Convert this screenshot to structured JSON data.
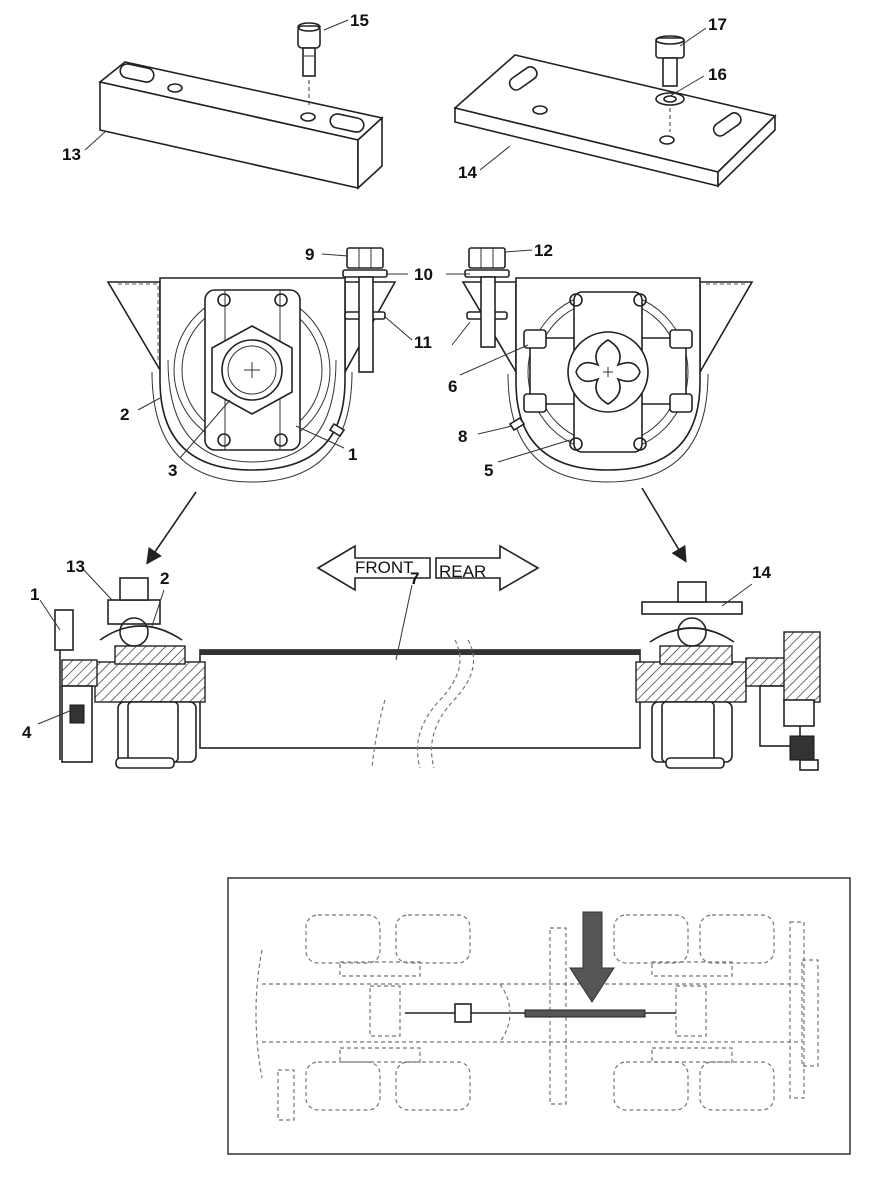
{
  "callouts": {
    "c1": "1",
    "c2": "2",
    "c3": "3",
    "c4": "4",
    "c5": "5",
    "c6": "6",
    "c7": "7",
    "c8": "8",
    "c9": "9",
    "c10": "10",
    "c11": "11",
    "c12": "12",
    "c13": "13",
    "c14": "14",
    "c15": "15",
    "c16": "16",
    "c17": "17"
  },
  "direction": {
    "front": "FRONT",
    "rear": "REAR"
  },
  "colors": {
    "line": "#222222",
    "indicator_arrow": "#555555",
    "hidden_lines": "#777777"
  }
}
